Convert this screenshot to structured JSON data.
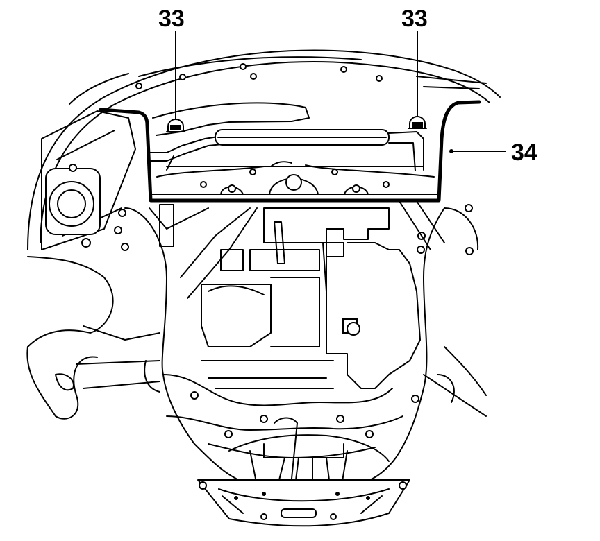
{
  "callouts": {
    "left_fastener": "33",
    "right_fastener": "33",
    "shield": "34"
  }
}
